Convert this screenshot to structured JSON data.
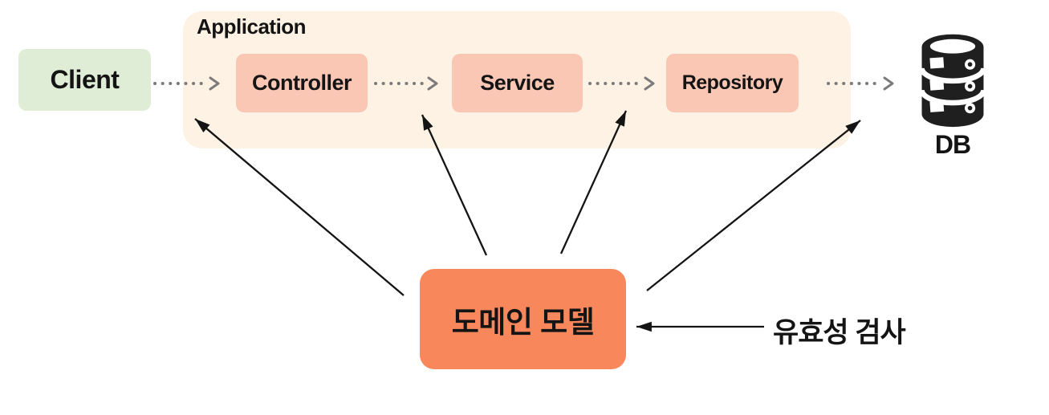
{
  "diagram": {
    "application": {
      "label": "Application"
    },
    "nodes": {
      "client": {
        "label": "Client",
        "fill": "#e0edd6"
      },
      "controller": {
        "label": "Controller",
        "fill": "#fac7b4"
      },
      "service": {
        "label": "Service",
        "fill": "#fac7b4"
      },
      "repository": {
        "label": "Repository",
        "fill": "#fac7b4"
      },
      "db": {
        "label": "DB",
        "icon": "database-icon",
        "color": "#1f1f1f"
      },
      "domain_model": {
        "label": "도메인 모델",
        "fill": "#f8885c"
      },
      "validation": {
        "label": "유효성 검사"
      }
    },
    "colors": {
      "application_bg": "#fdf2e4",
      "flow_arrow_gray": "#7b7b7b",
      "solid_arrow_black": "#141414",
      "canvas_bg": "#ffffff"
    },
    "edges": [
      {
        "from": "Client",
        "to": "Controller",
        "style": "dotted"
      },
      {
        "from": "Controller",
        "to": "Service",
        "style": "dotted"
      },
      {
        "from": "Service",
        "to": "Repository",
        "style": "dotted"
      },
      {
        "from": "Repository",
        "to": "DB",
        "style": "dotted"
      },
      {
        "from": "도메인 모델",
        "to": "Controller",
        "style": "solid"
      },
      {
        "from": "도메인 모델",
        "to": "Service",
        "style": "solid"
      },
      {
        "from": "도메인 모델",
        "to": "Repository",
        "style": "solid"
      },
      {
        "from": "도메인 모델",
        "to": "DB",
        "style": "solid"
      },
      {
        "from": "유효성 검사",
        "to": "도메인 모델",
        "style": "solid"
      }
    ]
  }
}
